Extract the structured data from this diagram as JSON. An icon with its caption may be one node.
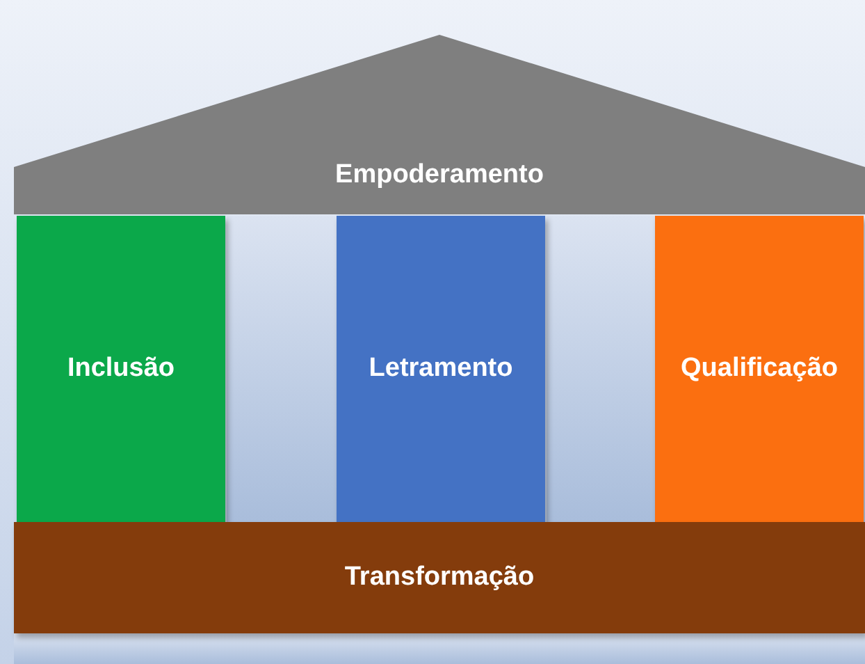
{
  "diagram": {
    "nodes": [
      {
        "text": [
          "Empoderamento"
        ]
      },
      {
        "text": [
          "Inclusão"
        ]
      },
      {
        "text": [
          "Letramento"
        ]
      },
      {
        "text": [
          "Qualificação"
        ]
      },
      {
        "text": [
          "Transformação"
        ]
      }
    ]
  }
}
